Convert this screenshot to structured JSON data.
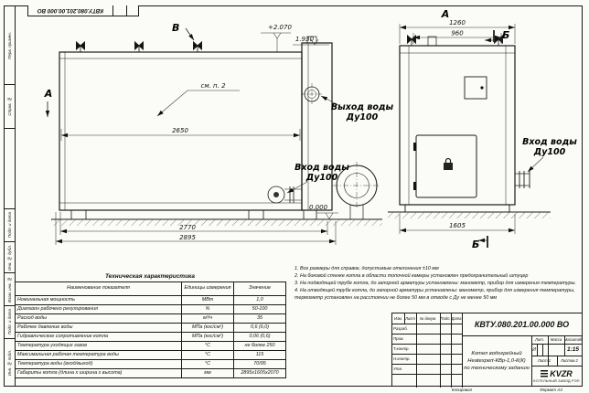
{
  "meta": {
    "stamp_top": "КВТУ.080.201.00.000 ВО"
  },
  "margin_labels": [
    "Перв. примен.",
    "Справ. №",
    "",
    "Подп. и дата",
    "Инв. № дубл.",
    "Взам. инв. №",
    "Подп. и дата",
    "Инв. № подл."
  ],
  "drawing": {
    "view_b": "В",
    "view_a_arrow": "А",
    "view_a_title": "А",
    "section_b_top": "Б",
    "section_b_bottom": "Б",
    "see_note": "см. п. 2",
    "elev_top": "+2.070",
    "elev_flue": "1.930",
    "elev_zero": "0.000",
    "dims": {
      "d2650": "2650",
      "d2770": "2770",
      "d2895": "2895",
      "d1260": "1260",
      "d960": "960",
      "d1605": "1605"
    },
    "labels": {
      "water_out_1": "Выход воды",
      "water_out_2": "Ду100",
      "water_in_left_1": "Вход воды",
      "water_in_left_2": "Ду100",
      "water_in_right_1": "Вход воды",
      "water_in_right_2": "Ду100"
    }
  },
  "tech_table": {
    "title": "Техническая характеристика",
    "col_name": "Наименование показателя",
    "col_units": "Единицы измерения",
    "col_value": "Значение",
    "rows": [
      {
        "name": "Номинальная мощность",
        "units": "МВт",
        "value": "1,0"
      },
      {
        "name": "Диапазон рабочего регулирования",
        "units": "%",
        "value": "50-100"
      },
      {
        "name": "Расход воды",
        "units": "м³/ч",
        "value": "35"
      },
      {
        "name": "Рабочее давление воды",
        "units": "МПа (кгс/см²)",
        "value": "0,6 (6,0)"
      },
      {
        "name": "Гидравлическое сопротивление котла",
        "units": "МПа (кгс/см²)",
        "value": "0,06 (0,6)"
      },
      {
        "name": "Температура уходящих газов",
        "units": "°С",
        "value": "не более 250"
      },
      {
        "name": "Максимальная рабочая температура воды",
        "units": "°С",
        "value": "115"
      },
      {
        "name": "Температура воды (вход/выход)",
        "units": "°С",
        "value": "70/95"
      },
      {
        "name": "Габариты котла (длина х ширина х высота)",
        "units": "мм",
        "value": "2895х1605х2070"
      }
    ]
  },
  "notes": [
    "1.   Все размеры для справок, допустимые отклонения ±10 мм",
    "2.   На боковой стенке котла в области топочной камеры установлен предохранительный штуцер",
    "3.   На подводящей трубе котла, до запорной арматуры установлены: манометр, прибор для измерения температуры.",
    "4.   На отводящей трубе котла, до запорной арматуры установлены: манометр, прибор для измерения температуры, термометр установлен на расстоянии не более 50 мм в отводе с Ду не менее 50 мм"
  ],
  "titleblock": {
    "doc_number": "КВТУ.080.201.00.000 ВО",
    "header_cells": [
      "Изм.",
      "Лист",
      "№ докум.",
      "Подп.",
      "Дата"
    ],
    "roles": [
      "Разраб.",
      "Пров.",
      "Т.контр.",
      "Н.контр.",
      "Утв.",
      ""
    ],
    "title_lines": [
      "Котел водогрейный",
      "Heatexpert-КВр-1,0-К(К)",
      "по техническому заданию"
    ],
    "lit_label": "Лит.",
    "mass_label": "Масса",
    "scale_label": "Масштаб",
    "lit_value": "И",
    "scale_value": "1:15",
    "sheet_cell": "Лист 1",
    "sheets_cell": "Листов 2",
    "logo_text": "KVZR",
    "company_line1": "КОТЕЛЬНЫЙ",
    "company_line2": "ЗАВОД РЭП",
    "copied_label": "Копировал",
    "format_label": "Формат А3"
  }
}
